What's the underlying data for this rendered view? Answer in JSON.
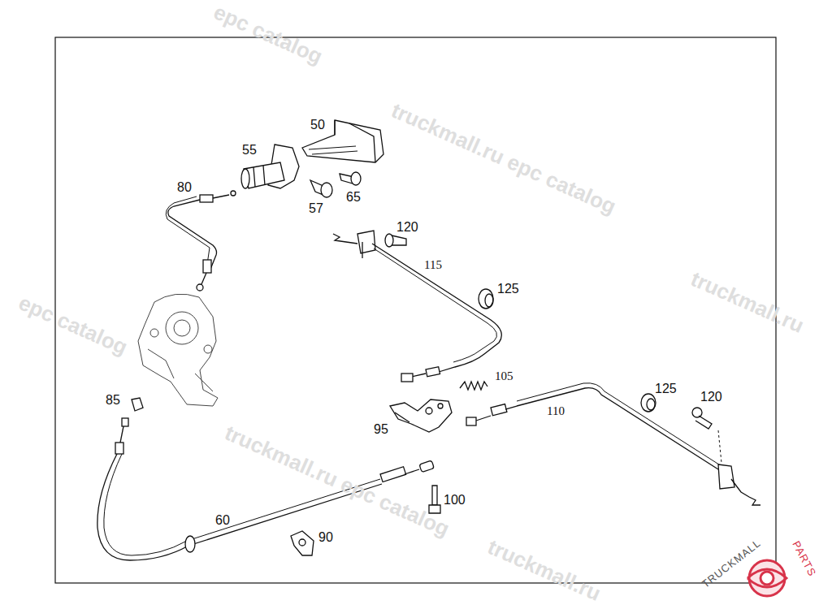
{
  "diagram": {
    "labels": [
      "epc catalog",
      "truckmall.ru epc catalog",
      "truckmall.ru",
      "epc catalog",
      "truckmall.ru epc catalog",
      "truckmall.ru",
      "50",
      "55",
      "80",
      "65",
      "57",
      "120",
      "115",
      "125",
      "105",
      "85",
      "125",
      "120",
      "95",
      "110",
      "100",
      "60",
      "90",
      "TRUCKMALL",
      "PARTS"
    ]
  }
}
